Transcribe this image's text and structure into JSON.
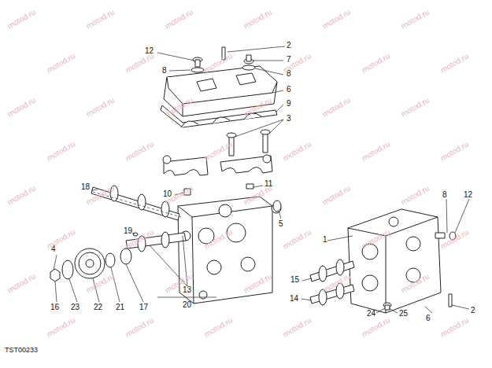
{
  "diagram": {
    "labels": [
      "2",
      "12",
      "7",
      "8",
      "8",
      "6",
      "9",
      "3",
      "10",
      "11",
      "18",
      "5",
      "19",
      "4",
      "16",
      "23",
      "22",
      "21",
      "17",
      "13",
      "20",
      "1",
      "8",
      "12",
      "15",
      "14",
      "24",
      "25",
      "6",
      "2",
      "TST00233",
      "motod.ru",
      "motod.ru",
      "motod.ru",
      "motod.ru",
      "motod.ru",
      "motod.ru",
      "motod.ru",
      "motod.ru",
      "motod.ru",
      "motod.ru",
      "motod.ru",
      "motod.ru",
      "motod.ru",
      "motod.ru",
      "motod.ru",
      "motod.ru",
      "motod.ru",
      "motod.ru",
      "motod.ru",
      "motod.ru",
      "motod.ru",
      "motod.ru",
      "motod.ru",
      "motod.ru",
      "motod.ru",
      "motod.ru",
      "motod.ru",
      "motod.ru",
      "motod.ru",
      "motod.ru",
      "motod.ru",
      "motod.ru",
      "motod.ru",
      "motod.ru",
      "motod.ru",
      "motod.ru",
      "motod.ru",
      "motod.ru",
      "motod.ru",
      "motod.ru",
      "motod.ru",
      "motod.ru",
      "motod.ru",
      "motod.ru",
      "motod.ru",
      "motod.ru",
      "motod.ru",
      "motod.ru"
    ]
  }
}
